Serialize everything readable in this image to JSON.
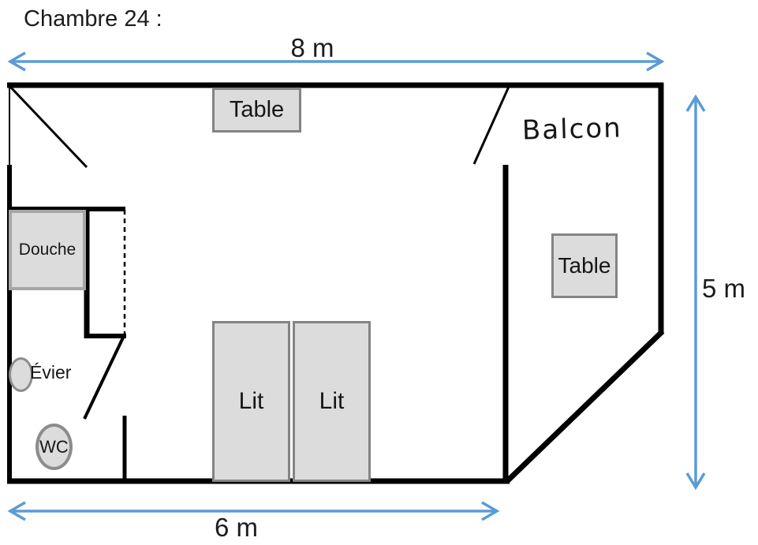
{
  "title": "Chambre 24 :",
  "dimensions": {
    "top": "8 m",
    "right": "5 m",
    "bottom": "6 m"
  },
  "areas": {
    "balcony": "Balcon"
  },
  "furniture": {
    "table_top": "Table",
    "table_balcony": "Table",
    "shower": "Douche",
    "bed1": "Lit",
    "bed2": "Lit",
    "sink": "Évier",
    "toilet": "WC"
  },
  "colors": {
    "arrow": "#5b9bd5",
    "wall": "#000000",
    "furniture_fill": "#dcdcdc",
    "furniture_border": "#848484"
  }
}
